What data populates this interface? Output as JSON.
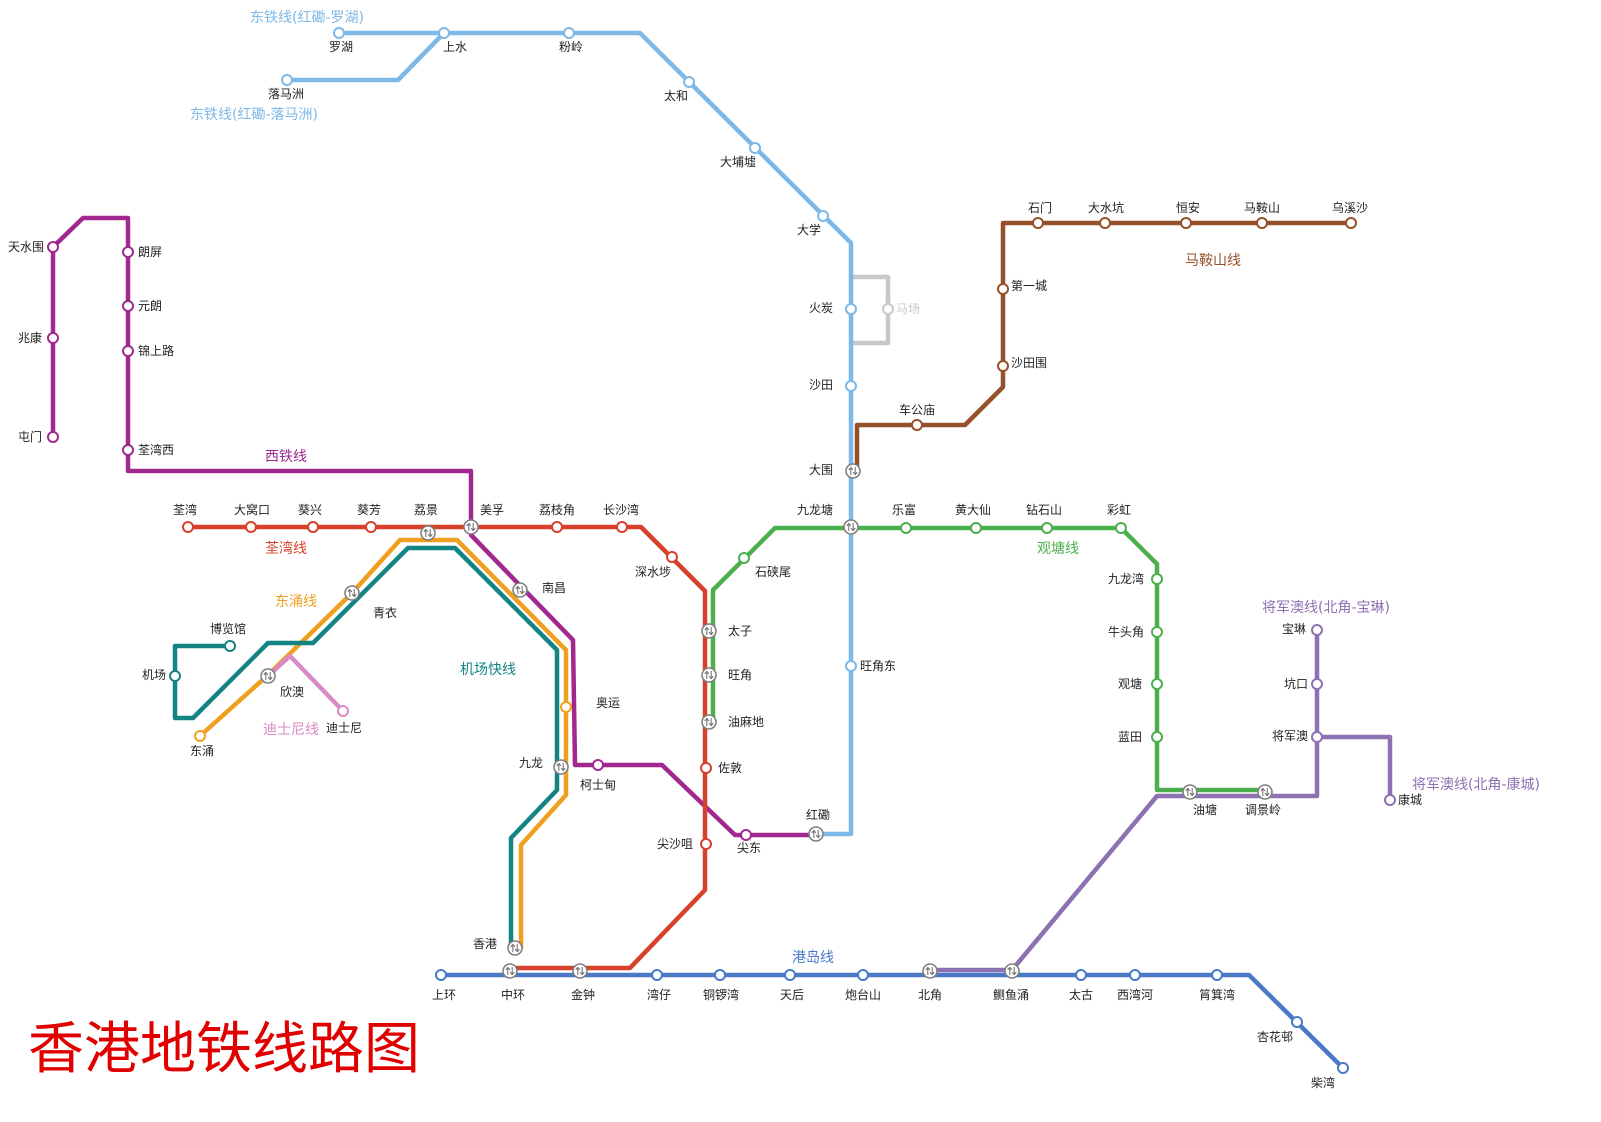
{
  "map_title": "香港地铁线路图",
  "lines": [
    {
      "label": "东铁线(红磡-罗湖)",
      "color": "#7db8e7",
      "stations": [
        {
          "name": "罗湖"
        },
        {
          "name": "上水"
        },
        {
          "name": "粉岭"
        },
        {
          "name": "太和"
        },
        {
          "name": "大埔墟"
        },
        {
          "name": "大学"
        },
        {
          "name": "火炭"
        },
        {
          "name": "马场",
          "color": "#c8c8c8"
        },
        {
          "name": "沙田"
        },
        {
          "name": "大围",
          "type": "interchange"
        },
        {
          "name": "九龙塘",
          "type": "interchange"
        },
        {
          "name": "旺角东"
        },
        {
          "name": "红磡",
          "type": "interchange"
        }
      ]
    },
    {
      "label": "东铁线(红磡-落马洲)",
      "color": "#7db8e7",
      "stations": [
        {
          "name": "落马洲"
        }
      ]
    },
    {
      "label": "西铁线",
      "color": "#a0288f",
      "stations": [
        {
          "name": "屯门"
        },
        {
          "name": "兆康"
        },
        {
          "name": "天水围"
        },
        {
          "name": "朗屏"
        },
        {
          "name": "元朗"
        },
        {
          "name": "锦上路"
        },
        {
          "name": "荃湾西"
        },
        {
          "name": "美孚",
          "type": "interchange"
        },
        {
          "name": "南昌",
          "type": "interchange"
        },
        {
          "name": "柯士甸"
        },
        {
          "name": "尖东"
        }
      ]
    },
    {
      "label": "荃湾线",
      "color": "#d7402a",
      "stations": [
        {
          "name": "荃湾"
        },
        {
          "name": "大窝口"
        },
        {
          "name": "葵兴"
        },
        {
          "name": "葵芳"
        },
        {
          "name": "荔景",
          "type": "interchange"
        },
        {
          "name": "荔枝角"
        },
        {
          "name": "长沙湾"
        },
        {
          "name": "深水埗"
        },
        {
          "name": "太子",
          "type": "interchange"
        },
        {
          "name": "旺角",
          "type": "interchange"
        },
        {
          "name": "油麻地",
          "type": "interchange"
        },
        {
          "name": "佐敦"
        },
        {
          "name": "尖沙咀"
        },
        {
          "name": "金钟",
          "type": "interchange"
        },
        {
          "name": "中环",
          "type": "interchange"
        }
      ]
    },
    {
      "label": "东涌线",
      "color": "#efa020",
      "stations": [
        {
          "name": "东涌"
        },
        {
          "name": "欣澳",
          "type": "interchange"
        },
        {
          "name": "青衣",
          "type": "interchange"
        },
        {
          "name": "奥运"
        },
        {
          "name": "九龙",
          "type": "interchange"
        },
        {
          "name": "香港",
          "type": "interchange"
        }
      ]
    },
    {
      "label": "机场快线",
      "color": "#148383",
      "stations": [
        {
          "name": "机场"
        },
        {
          "name": "博览馆"
        }
      ]
    },
    {
      "label": "迪士尼线",
      "color": "#d78ac6",
      "stations": [
        {
          "name": "迪士尼"
        }
      ]
    },
    {
      "label": "马鞍山线",
      "color": "#96502a",
      "stations": [
        {
          "name": "车公庙"
        },
        {
          "name": "沙田围"
        },
        {
          "name": "第一城"
        },
        {
          "name": "石门"
        },
        {
          "name": "大水坑"
        },
        {
          "name": "恒安"
        },
        {
          "name": "马鞍山"
        },
        {
          "name": "乌溪沙"
        }
      ]
    },
    {
      "label": "观塘线",
      "color": "#4aaf4c",
      "stations": [
        {
          "name": "石硖尾"
        },
        {
          "name": "乐富"
        },
        {
          "name": "黄大仙"
        },
        {
          "name": "钻石山"
        },
        {
          "name": "彩虹"
        },
        {
          "name": "九龙湾"
        },
        {
          "name": "牛头角"
        },
        {
          "name": "观塘"
        },
        {
          "name": "蓝田"
        },
        {
          "name": "油塘",
          "type": "interchange"
        },
        {
          "name": "调景岭",
          "type": "interchange"
        }
      ]
    },
    {
      "label": "将军澳线(北角-宝琳)",
      "color": "#8d71b3",
      "stations": [
        {
          "name": "将军澳"
        },
        {
          "name": "坑口"
        },
        {
          "name": "宝琳"
        }
      ]
    },
    {
      "label": "将军澳线(北角-康城)",
      "color": "#8d71b3",
      "stations": [
        {
          "name": "康城"
        }
      ]
    },
    {
      "label": "港岛线",
      "color": "#4a79c8",
      "stations": [
        {
          "name": "上环"
        },
        {
          "name": "湾仔"
        },
        {
          "name": "铜锣湾"
        },
        {
          "name": "天后"
        },
        {
          "name": "炮台山"
        },
        {
          "name": "北角",
          "type": "interchange"
        },
        {
          "name": "鲗鱼涌",
          "type": "interchange"
        },
        {
          "name": "太古"
        },
        {
          "name": "西湾河"
        },
        {
          "name": "筲箕湾"
        },
        {
          "name": "杏花邨"
        },
        {
          "name": "柴湾"
        }
      ]
    }
  ],
  "interchange_marker": {
    "icon": "interchange-icon",
    "stroke": "#808080"
  }
}
